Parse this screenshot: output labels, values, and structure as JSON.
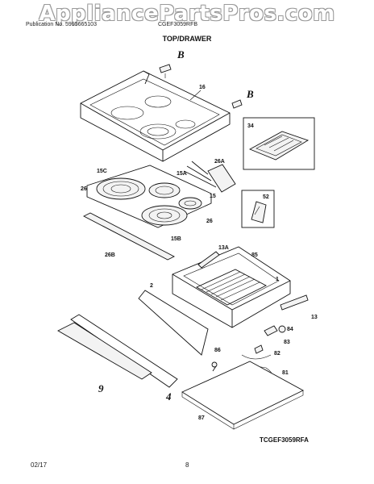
{
  "watermark": "AppliancePartsPros.com",
  "header": {
    "publication": "Publication No. 5995665103",
    "model": "CGEF3059RFB",
    "section_title": "TOP/DRAWER"
  },
  "footer": {
    "date": "02/17",
    "page": "8"
  },
  "diagram": {
    "tag": "TCGEF3059RFA",
    "letter_b": "B",
    "letter_9": "9",
    "letter_4": "4",
    "labels": {
      "p16": "16",
      "p34": "34",
      "p26A": "26A",
      "p15C": "15C",
      "p15A": "15A",
      "p26_left": "26",
      "p15": "15",
      "p52": "52",
      "p26_right": "26",
      "p15B": "15B",
      "p26B": "26B",
      "p13A": "13A",
      "p85": "85",
      "p1": "1",
      "p2": "2",
      "p13": "13",
      "p84": "84",
      "p83": "83",
      "p82": "82",
      "p86": "86",
      "p81": "81",
      "p87": "87"
    }
  }
}
